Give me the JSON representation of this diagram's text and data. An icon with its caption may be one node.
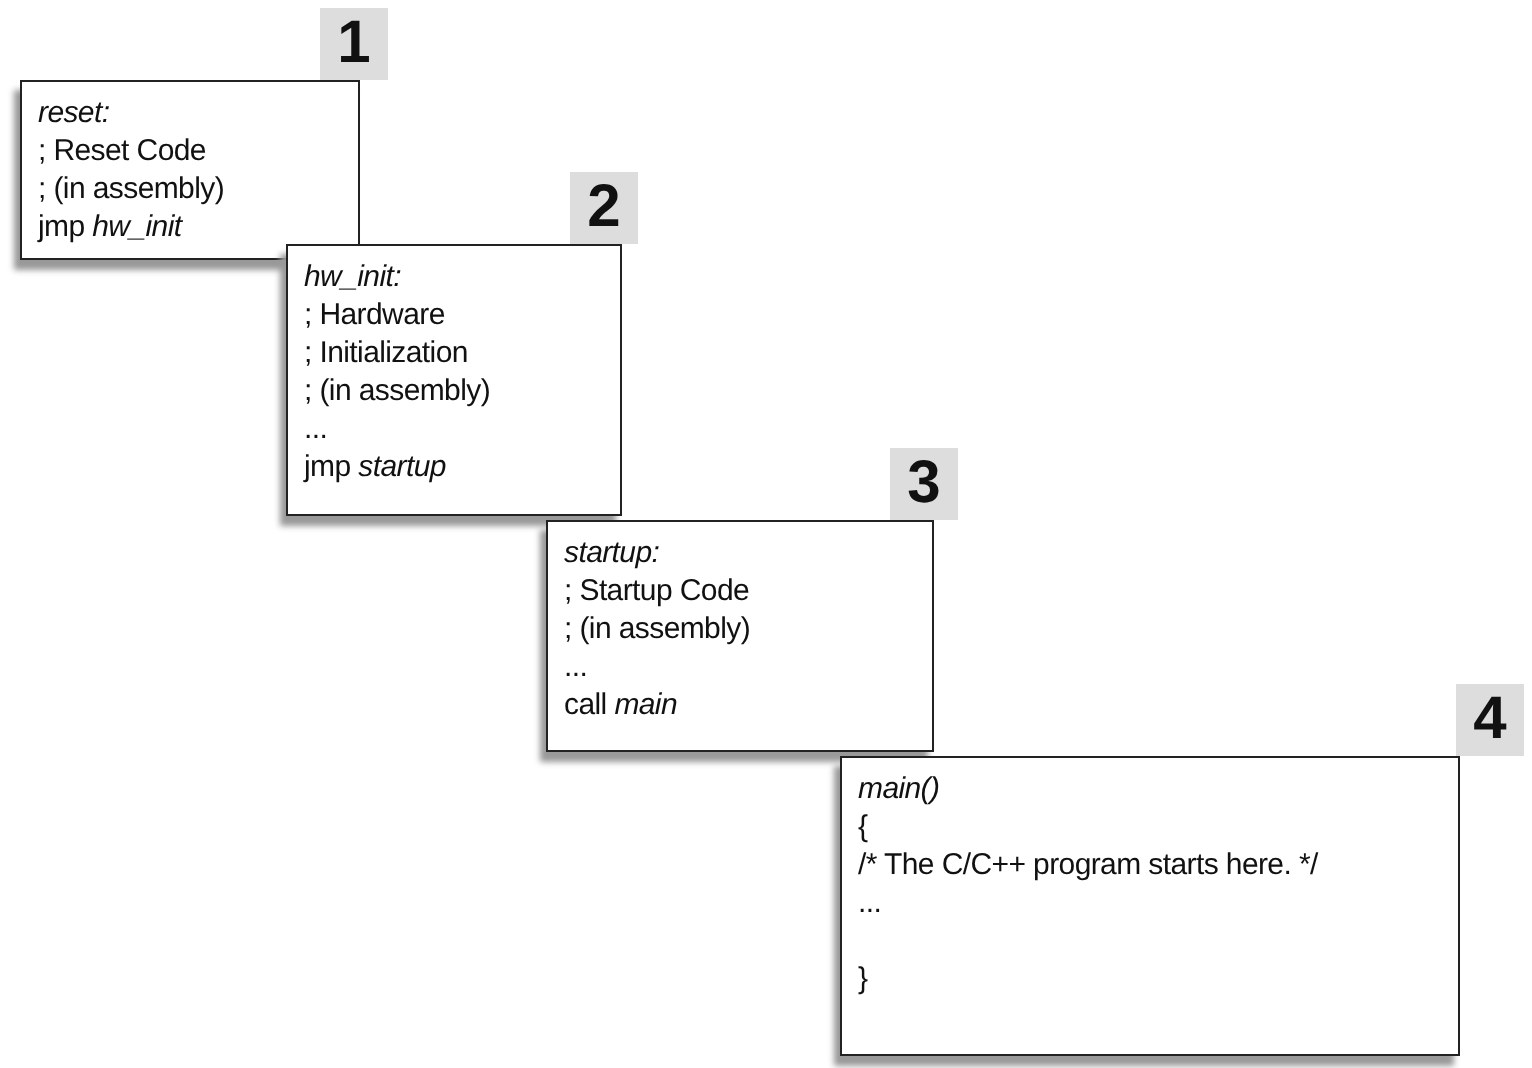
{
  "diagram": {
    "nodes": [
      {
        "text": [
          "reset:",
          "; Reset Code",
          "; (in assembly)",
          "jmp *hw_init*"
        ],
        "beside": [
          "1"
        ]
      },
      {
        "text": [
          "hw_init:",
          "; Hardware",
          "; Initialization",
          "; (in assembly)",
          "...",
          "jmp *startup*"
        ],
        "beside": [
          "2"
        ]
      },
      {
        "text": [
          "startup:",
          "; Startup Code",
          "; (in assembly)",
          "...",
          "call *main*"
        ],
        "beside": [
          "3"
        ]
      },
      {
        "text": [
          "main()",
          "{",
          "/* The C/C++ program starts here. */",
          "...",
          "}"
        ],
        "beside": [
          "4"
        ]
      }
    ]
  }
}
